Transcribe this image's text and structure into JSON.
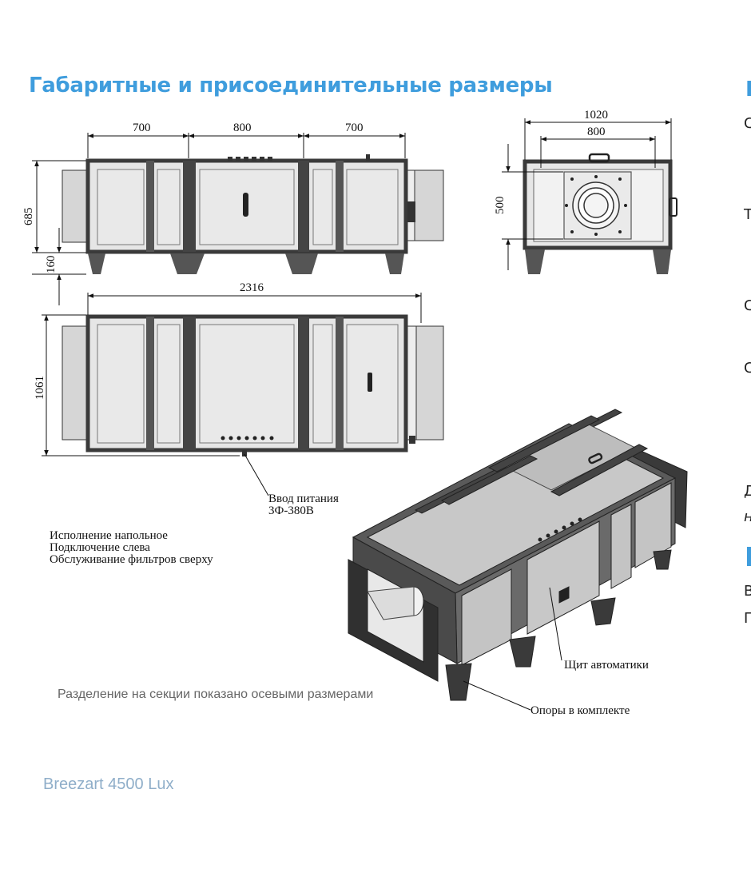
{
  "title": "Габаритные и присоединительные размеры",
  "dimensions": {
    "top_sections": [
      "700",
      "800",
      "700"
    ],
    "height_main": "685",
    "leg_height": "160",
    "total_length": "2316",
    "plan_width": "1061",
    "end_outer": "1020",
    "end_inner": "800",
    "end_height": "500"
  },
  "callouts": {
    "power_line1": "Ввод питания",
    "power_line2": "3Ф-380В",
    "automation": "Щит автоматики",
    "supports": "Опоры в комплекте"
  },
  "notes": {
    "line1": "Исполнение напольное",
    "line2": "Подключение слева",
    "line3": "Обслуживание фильтров сверху"
  },
  "sections_note": "Разделение на секции показано осевыми размерами",
  "brand": "Breezart 4500 Lux",
  "right_cut": {
    "heading": "Г",
    "letters": [
      "С",
      "Т",
      "С",
      "С",
      "Д",
      "н",
      "В",
      "П"
    ]
  },
  "colors": {
    "title": "#3f9ddd",
    "panel": "#e6e6e6",
    "frame": "#444444",
    "brand": "#8faec9"
  }
}
